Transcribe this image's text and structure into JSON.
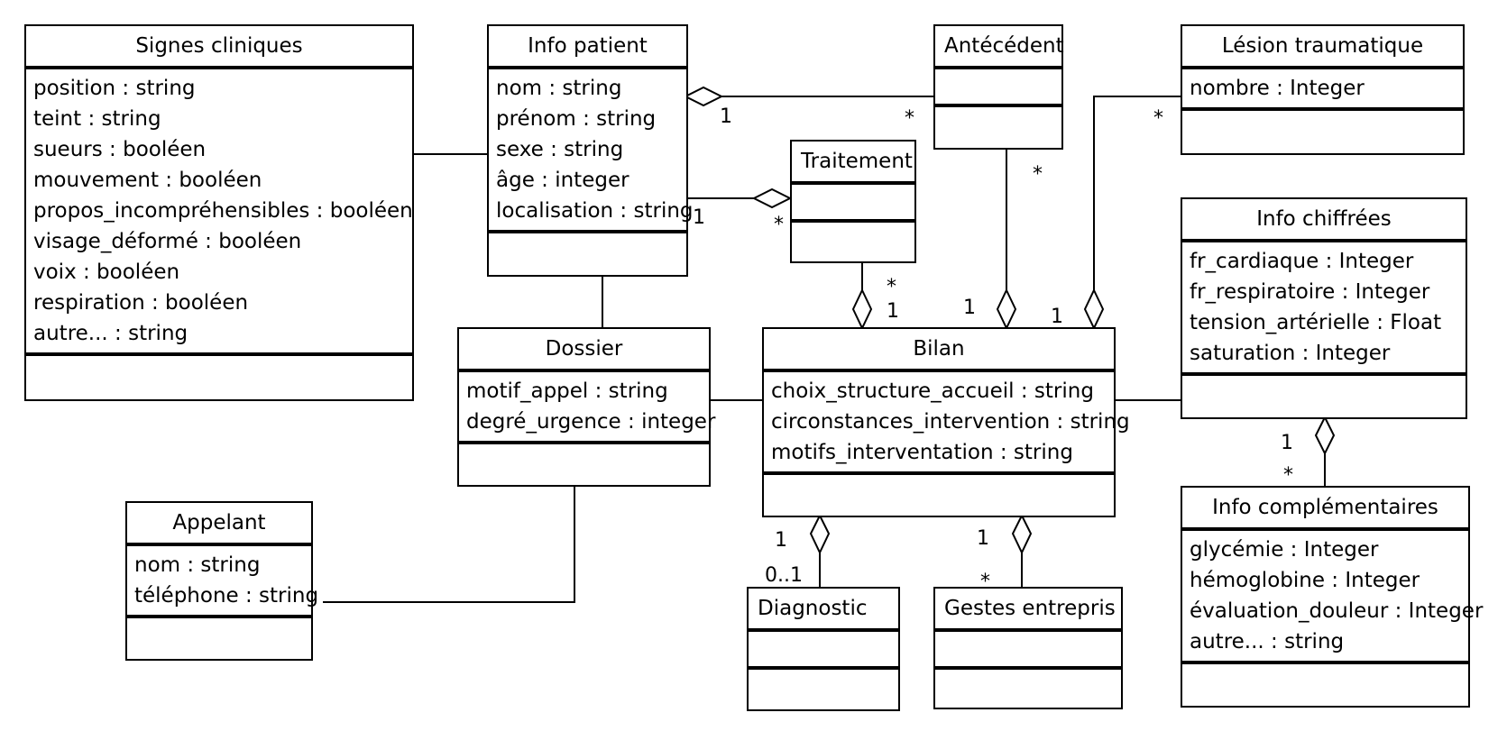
{
  "classes": {
    "signes_cliniques": {
      "name": "Signes cliniques",
      "attributes": [
        "position : string",
        "teint : string",
        "sueurs : booléen",
        "mouvement : booléen",
        "propos_incompréhensibles : booléen",
        "visage_déformé : booléen",
        "voix : booléen",
        "respiration : booléen",
        "autre... : string"
      ]
    },
    "info_patient": {
      "name": "Info patient",
      "attributes": [
        "nom : string",
        "prénom : string",
        "sexe : string",
        "âge : integer",
        "localisation : string"
      ]
    },
    "antecedent": {
      "name": "Antécédent",
      "attributes": []
    },
    "lesion": {
      "name": "Lésion traumatique",
      "attributes": [
        "nombre : Integer"
      ]
    },
    "traitement": {
      "name": "Traitement",
      "attributes": []
    },
    "info_chiffrees": {
      "name": "Info chiffrées",
      "attributes": [
        "fr_cardiaque : Integer",
        "fr_respiratoire : Integer",
        "tension_artérielle : Float",
        "saturation : Integer"
      ]
    },
    "dossier": {
      "name": "Dossier",
      "attributes": [
        "motif_appel : string",
        "degré_urgence : integer"
      ]
    },
    "bilan": {
      "name": "Bilan",
      "attributes": [
        "choix_structure_accueil : string",
        "circonstances_intervention : string",
        "motifs_interventation : string"
      ]
    },
    "appelant": {
      "name": "Appelant",
      "attributes": [
        "nom : string",
        "téléphone : string"
      ]
    },
    "diagnostic": {
      "name": "Diagnostic",
      "attributes": []
    },
    "gestes": {
      "name": "Gestes entrepris",
      "attributes": []
    },
    "info_complementaires": {
      "name": "Info complémentaires",
      "attributes": [
        "glycémie : Integer",
        "hémoglobine : Integer",
        "évaluation_douleur : Integer",
        "autre... : string"
      ]
    }
  },
  "associations": [
    {
      "id": "patient-antecedent",
      "from": "info_patient",
      "to": "antecedent",
      "kind": "aggregation",
      "aggregate_end": "info_patient",
      "from_mult": "1",
      "to_mult": "*"
    },
    {
      "id": "patient-traitement",
      "from": "info_patient",
      "to": "traitement",
      "kind": "aggregation",
      "aggregate_end": "traitement",
      "from_mult": "1",
      "to_mult": "*"
    },
    {
      "id": "signes-patient",
      "from": "signes_cliniques",
      "to": "info_patient",
      "kind": "association"
    },
    {
      "id": "patient-dossier",
      "from": "info_patient",
      "to": "dossier",
      "kind": "association"
    },
    {
      "id": "traitement-bilan",
      "from": "traitement",
      "to": "bilan",
      "kind": "aggregation",
      "aggregate_end": "bilan",
      "from_mult": "*",
      "to_mult": "1"
    },
    {
      "id": "antecedent-bilan",
      "from": "antecedent",
      "to": "bilan",
      "kind": "aggregation",
      "aggregate_end": "bilan",
      "from_mult": "*",
      "to_mult": "1"
    },
    {
      "id": "lesion-bilan",
      "from": "lesion",
      "to": "bilan",
      "kind": "aggregation",
      "aggregate_end": "bilan",
      "from_mult": "*",
      "to_mult": "1"
    },
    {
      "id": "dossier-bilan",
      "from": "dossier",
      "to": "bilan",
      "kind": "association"
    },
    {
      "id": "bilan-chiffrees",
      "from": "bilan",
      "to": "info_chiffrees",
      "kind": "association"
    },
    {
      "id": "chiffrees-complementaires",
      "from": "info_complementaires",
      "to": "info_chiffrees",
      "kind": "aggregation",
      "aggregate_end": "info_chiffrees",
      "from_mult": "*",
      "to_mult": "1"
    },
    {
      "id": "appelant-dossier",
      "from": "appelant",
      "to": "dossier",
      "kind": "association"
    },
    {
      "id": "diagnostic-bilan",
      "from": "diagnostic",
      "to": "bilan",
      "kind": "aggregation",
      "aggregate_end": "bilan",
      "from_mult": "0..1",
      "to_mult": "1"
    },
    {
      "id": "gestes-bilan",
      "from": "gestes",
      "to": "bilan",
      "kind": "aggregation",
      "aggregate_end": "bilan",
      "from_mult": "*",
      "to_mult": "1"
    }
  ]
}
